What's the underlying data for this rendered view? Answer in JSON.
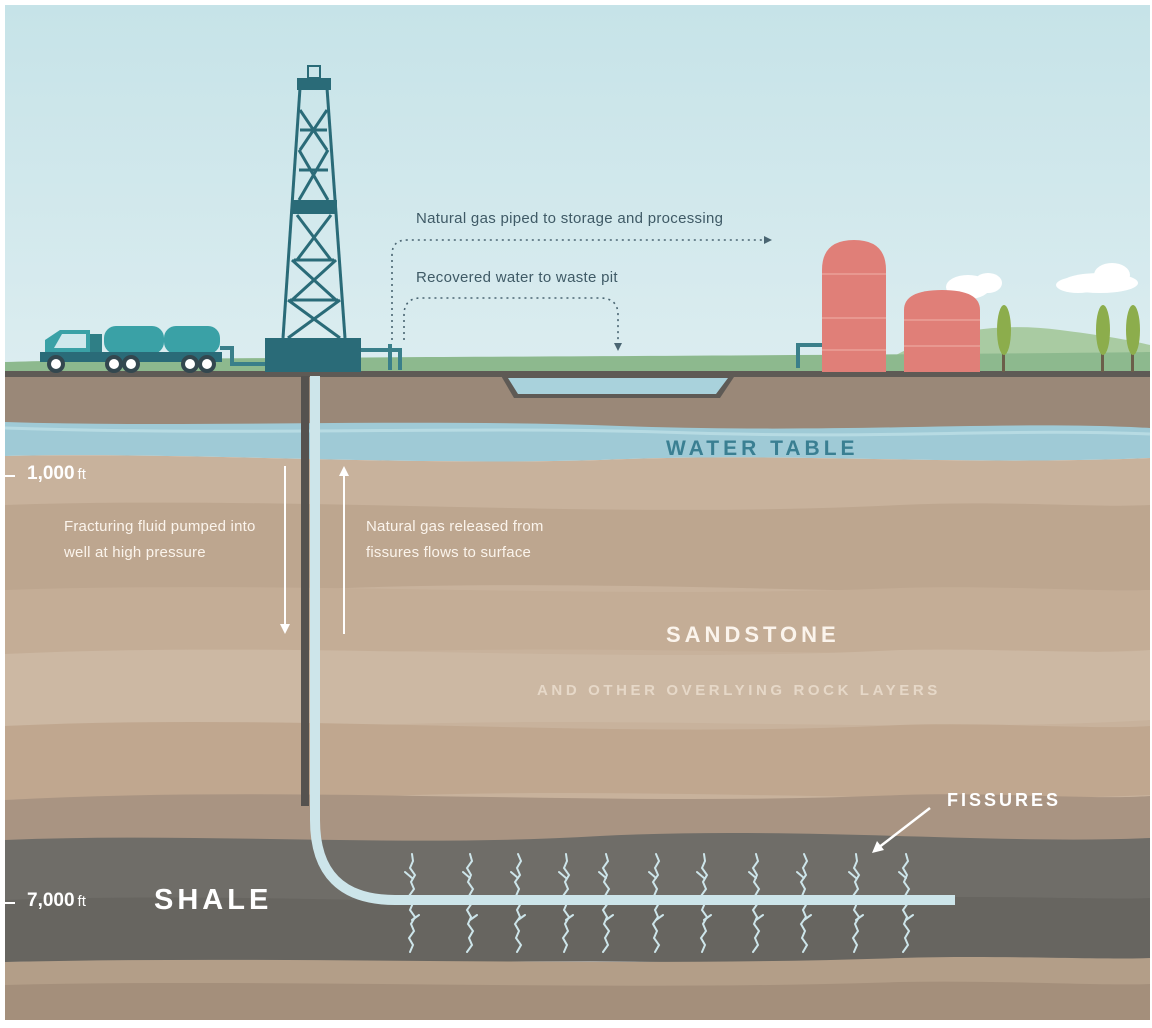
{
  "labels": {
    "gas_to_storage": "Natural gas piped to storage and processing",
    "water_to_pit": "Recovered water to waste pit",
    "water_table": "WATER TABLE",
    "fluid_pumped": "Fracturing fluid pumped into well at high pressure",
    "gas_released": "Natural gas released from fissures flows to surface",
    "sandstone": "SANDSTONE",
    "overlying": "AND OTHER OVERLYING ROCK LAYERS",
    "fissures": "FISSURES",
    "shale": "SHALE"
  },
  "depths": {
    "shallow_value": "1,000",
    "deep_value": "7,000",
    "unit": "ft"
  },
  "colors": {
    "sky_top": "#c9e4e8",
    "sky_bottom": "#dbeef0",
    "grass": "#8db98e",
    "hills": "#a9cba2",
    "topsoil": "#9a8878",
    "water_table": "#9fcad6",
    "sandstone": "#c8b29c",
    "shale": "#6f6d68",
    "rig_teal": "#2a6b78",
    "truck_teal": "#3aa1a6",
    "tank_red": "#e07f78",
    "pipe_light": "#cde5ea",
    "tree": "#8cad4c"
  }
}
